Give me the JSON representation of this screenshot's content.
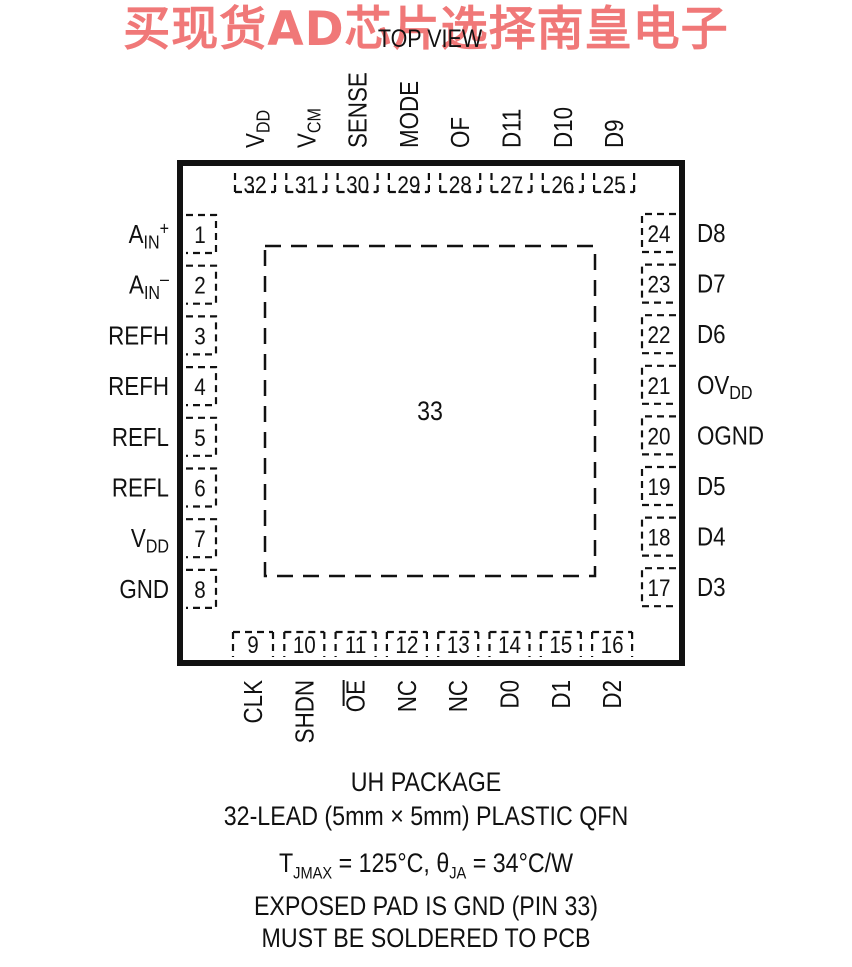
{
  "watermark": "买现货AD芯片选择南皇电子",
  "top_view": "TOP VIEW",
  "pins_top": [
    {
      "num": "32",
      "name": "V",
      "sub": "DD"
    },
    {
      "num": "31",
      "name": "V",
      "sub": "CM"
    },
    {
      "num": "30",
      "name": "SENSE",
      "sub": ""
    },
    {
      "num": "29",
      "name": "MODE",
      "sub": ""
    },
    {
      "num": "28",
      "name": "OF",
      "sub": ""
    },
    {
      "num": "27",
      "name": "D11",
      "sub": ""
    },
    {
      "num": "26",
      "name": "D10",
      "sub": ""
    },
    {
      "num": "25",
      "name": "D9",
      "sub": ""
    }
  ],
  "pins_left": [
    {
      "num": "1",
      "name": "A",
      "sub": "IN",
      "sup": "+"
    },
    {
      "num": "2",
      "name": "A",
      "sub": "IN",
      "sup": "–"
    },
    {
      "num": "3",
      "name": "REFH",
      "sub": "",
      "sup": ""
    },
    {
      "num": "4",
      "name": "REFH",
      "sub": "",
      "sup": ""
    },
    {
      "num": "5",
      "name": "REFL",
      "sub": "",
      "sup": ""
    },
    {
      "num": "6",
      "name": "REFL",
      "sub": "",
      "sup": ""
    },
    {
      "num": "7",
      "name": "V",
      "sub": "DD",
      "sup": ""
    },
    {
      "num": "8",
      "name": "GND",
      "sub": "",
      "sup": ""
    }
  ],
  "pins_right": [
    {
      "num": "24",
      "name": "D8",
      "sub": ""
    },
    {
      "num": "23",
      "name": "D7",
      "sub": ""
    },
    {
      "num": "22",
      "name": "D6",
      "sub": ""
    },
    {
      "num": "21",
      "name": "OV",
      "sub": "DD"
    },
    {
      "num": "20",
      "name": "OGND",
      "sub": ""
    },
    {
      "num": "19",
      "name": "D5",
      "sub": ""
    },
    {
      "num": "18",
      "name": "D4",
      "sub": ""
    },
    {
      "num": "17",
      "name": "D3",
      "sub": ""
    }
  ],
  "pins_bottom": [
    {
      "num": "9",
      "name": "CLK",
      "overbar": false
    },
    {
      "num": "10",
      "name": "SHDN",
      "overbar": false
    },
    {
      "num": "11",
      "name": "OE",
      "overbar": true
    },
    {
      "num": "12",
      "name": "NC",
      "overbar": false
    },
    {
      "num": "13",
      "name": "NC",
      "overbar": false
    },
    {
      "num": "14",
      "name": "D0",
      "overbar": false
    },
    {
      "num": "15",
      "name": "D1",
      "overbar": false
    },
    {
      "num": "16",
      "name": "D2",
      "overbar": false
    }
  ],
  "exposed_pad": "33",
  "footer": {
    "package": "UH PACKAGE",
    "lead": "32-LEAD (5mm × 5mm) PLASTIC QFN",
    "thermal_tj": "T",
    "thermal_tj_sub": "JMAX",
    "thermal_tj_val": " = 125°C, θ",
    "thermal_ja_sub": "JA",
    "thermal_ja_val": " = 34°C/W",
    "note1": "EXPOSED PAD IS GND (PIN 33)",
    "note2": "MUST BE SOLDERED TO PCB"
  }
}
